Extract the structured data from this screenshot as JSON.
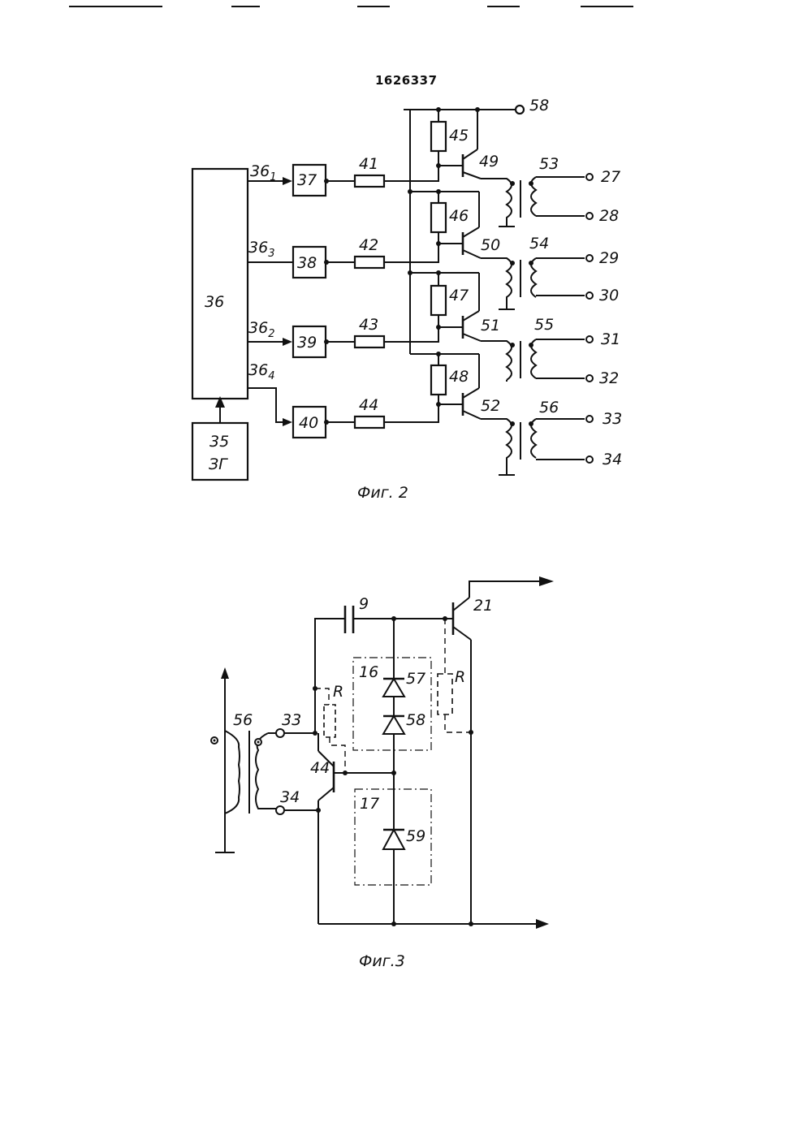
{
  "document": {
    "patent_number": "1626337"
  },
  "figure2": {
    "caption": "Фиг. 2",
    "block_36": "36",
    "block_35_line1": "35",
    "block_35_line2": "ЗГ",
    "outputs": [
      {
        "base": "36",
        "sub": "1"
      },
      {
        "base": "36",
        "sub": "3"
      },
      {
        "base": "36",
        "sub": "2"
      },
      {
        "base": "36",
        "sub": "4"
      }
    ],
    "drivers": [
      "37",
      "38",
      "39",
      "40"
    ],
    "series_resistors": [
      "41",
      "42",
      "43",
      "44"
    ],
    "bias_resistors": [
      "45",
      "46",
      "47",
      "48"
    ],
    "transistors": [
      "49",
      "50",
      "51",
      "52"
    ],
    "transformers": [
      "53",
      "54",
      "55",
      "56"
    ],
    "terminals": [
      "27",
      "28",
      "29",
      "30",
      "31",
      "32",
      "33",
      "34"
    ],
    "supply_terminal": "58"
  },
  "figure3": {
    "caption": "Фиг.3",
    "transformer": "56",
    "terminal_top": "33",
    "terminal_bottom": "34",
    "capacitor": "9",
    "transistor_out": "21",
    "transistor_in": "44",
    "block_16": "16",
    "block_17": "17",
    "diodes": [
      "57",
      "58",
      "59"
    ],
    "resistor_left": "R",
    "resistor_right": "R"
  }
}
